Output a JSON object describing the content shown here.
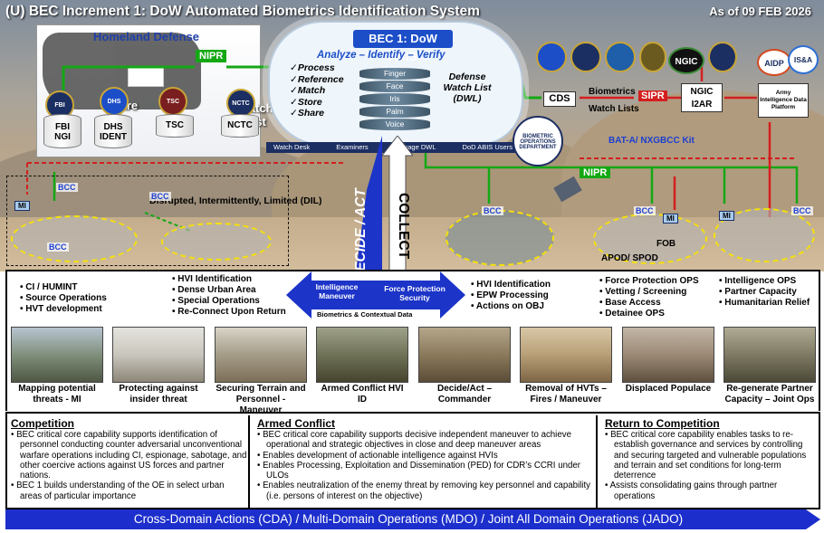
{
  "header": {
    "title": "(U) BEC Increment 1: DoW Automated Biometrics Identification System",
    "date": "As of 09 FEB 2026"
  },
  "homeland": {
    "title": "Homeland Defense",
    "nipr": "NIPR",
    "share": "Share",
    "watch_list": "Watch List",
    "agencies": [
      {
        "label_top": "FBI",
        "label_bottom": "NGI",
        "icon": "fbi-seal-icon",
        "color": "#1c2f63"
      },
      {
        "label_top": "DHS",
        "label_bottom": "IDENT",
        "icon": "dhs-seal-icon",
        "color": "#1c4ec8"
      },
      {
        "label_top": "TSC",
        "label_bottom": "",
        "icon": "tsc-seal-icon",
        "color": "#7a1f1f"
      },
      {
        "label_top": "NCTC",
        "label_bottom": "",
        "icon": "nctc-seal-icon",
        "color": "#1c2f63"
      }
    ]
  },
  "abis": {
    "title": "BEC 1: DoW ABIS",
    "tagline": "Analyze – Identify – Verify",
    "functions": [
      "Process",
      "Reference",
      "Match",
      "Store",
      "Share"
    ],
    "modalities": [
      "Finger",
      "Face",
      "Iris",
      "Palm",
      "Voice"
    ],
    "dwl": "Defense Watch List (DWL)",
    "toolbar": [
      "Watch Desk",
      "Examiners",
      "Manage DWL",
      "DoD ABIS Users"
    ],
    "bio_ops_seal": "BIOMETRIC OPERATIONS DEPARTMENT"
  },
  "intel": {
    "cds": "CDS",
    "biometrics": "Biometrics",
    "watch_lists": "Watch Lists",
    "sipr": "SIPR",
    "ngic_seal": "NGIC",
    "ngic_box": "NGIC I2AR",
    "aidp_seal": "AIDP",
    "isa_seal": "IS&A",
    "aidp_box": "Army Intelligence Data Platform"
  },
  "field": {
    "nipr": "NIPR",
    "bcc": "BCC",
    "mi": "MI",
    "bat": "BAT-A/ NXGBCC Kit",
    "dil": "Disrupted, Intermittently, Limited (DIL)",
    "fob": "FOB",
    "apod": "APOD/ SPOD"
  },
  "arrows": {
    "decide_act": "DECIDE / ACT",
    "collect": "COLLECT",
    "intel_maneuver": "Intelligence Maneuver",
    "force_protection": "Force Protection Security",
    "bio_context": "Biometrics & Contextual Data"
  },
  "bullets": {
    "col1": [
      "CI / HUMINT",
      "Source Operations",
      "HVT development"
    ],
    "col2": [
      "HVI Identification",
      "Dense Urban Area",
      "Special Operations",
      "Re-Connect Upon Return"
    ],
    "col3": [
      "HVI Identification",
      "EPW Processing",
      "Actions on OBJ"
    ],
    "col4": [
      "Force Protection OPS",
      "Vetting / Screening",
      "Base Access",
      "Detainee OPS"
    ],
    "col5": [
      "Intelligence OPS",
      "Partner Capacity",
      "Humanitarian Relief"
    ]
  },
  "photos": [
    {
      "caption": "Mapping potential threats - MI",
      "tone": "#7b8a74"
    },
    {
      "caption": "Protecting against insider threat",
      "tone": "#c9c6bd"
    },
    {
      "caption": "Securing Terrain and Personnel - Maneuver",
      "tone": "#a59c88"
    },
    {
      "caption": "Armed Conflict HVI ID",
      "tone": "#6f7257"
    },
    {
      "caption": "Decide/Act – Commander",
      "tone": "#8b7a5c"
    },
    {
      "caption": "Removal of HVTs – Fires / Maneuver",
      "tone": "#b89f77"
    },
    {
      "caption": "Displaced Populace",
      "tone": "#9c8a76"
    },
    {
      "caption": "Re-generate Partner Capacity – Joint Ops",
      "tone": "#7e7a63"
    }
  ],
  "panels": {
    "competition": {
      "title": "Competition",
      "items": [
        "BEC critical core capability supports identification of personnel conducting counter adversarial unconventional warfare operations including CI, espionage, sabotage, and other coercive actions against US forces and partner nations.",
        "BEC 1 builds understanding of the OE in select urban areas of particular importance"
      ]
    },
    "armed_conflict": {
      "title": "Armed Conflict",
      "items": [
        "BEC critical core capability supports decisive independent maneuver to achieve operational and strategic objectives in close and deep maneuver areas",
        "Enables development of actionable intelligence against HVIs",
        "Enables Processing, Exploitation and Dissemination (PED) for CDR’s CCRI under ULOs",
        "Enables neutralization of the enemy threat by removing key personnel and capability (i.e. persons of interest on the objective)"
      ]
    },
    "return": {
      "title": "Return to Competition",
      "items": [
        "BEC critical core capability enables tasks to re-establish governance and services by controlling and securing targeted and vulnerable populations and terrain and set conditions for long-term deterrence",
        "Assists consolidating gains through partner operations"
      ]
    }
  },
  "footer": "Cross-Domain Actions (CDA) / Multi-Domain Operations (MDO) / Joint All Domain Operations (JADO)"
}
